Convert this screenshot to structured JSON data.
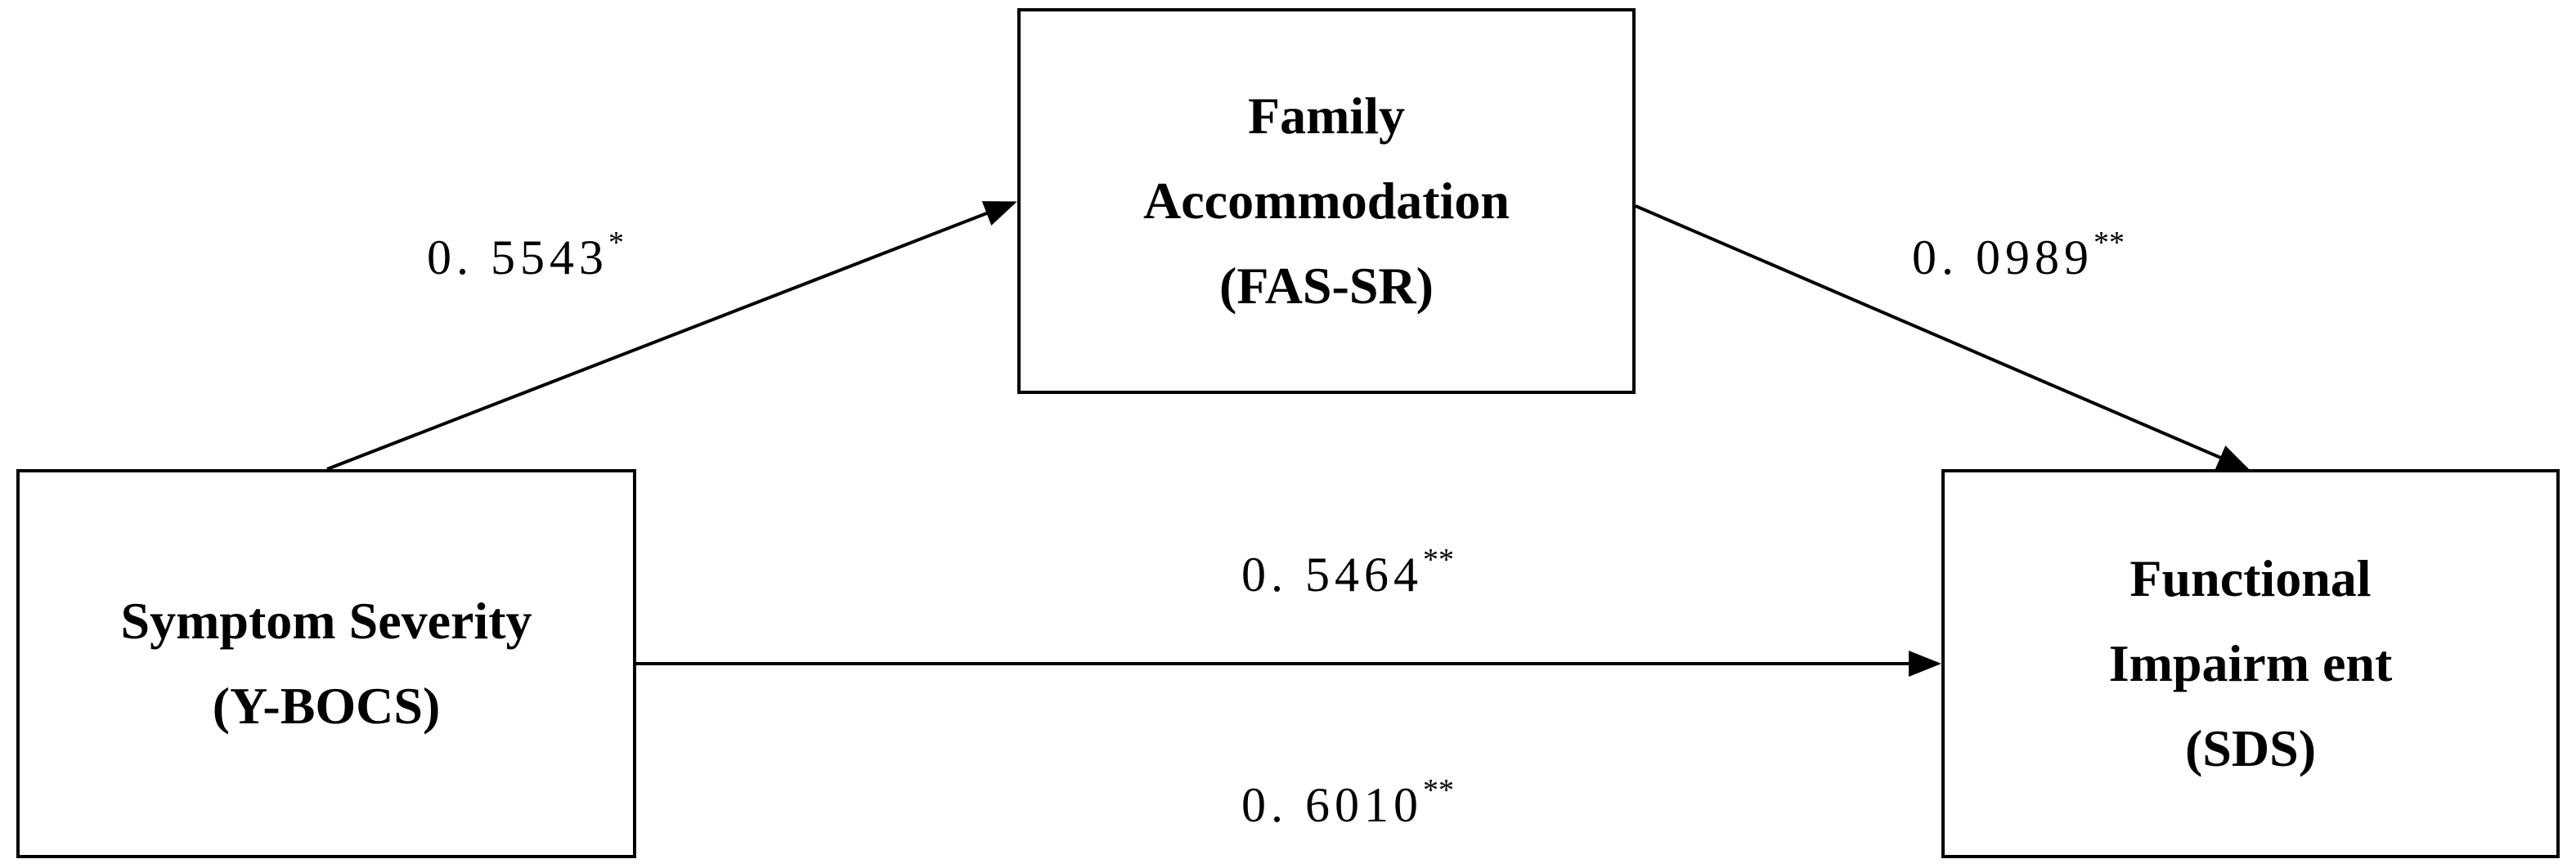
{
  "nodes": {
    "mediator": {
      "lines": [
        "Family",
        "Accommodation",
        "(FAS-SR)"
      ]
    },
    "predictor": {
      "lines": [
        "Symptom Severity",
        "(Y-BOCS)"
      ]
    },
    "outcome": {
      "lines": [
        "Functional",
        "Impairm ent",
        "(SDS)"
      ]
    }
  },
  "paths": {
    "a": {
      "value": "0. 5543",
      "sig": "*"
    },
    "b": {
      "value": "0. 0989",
      "sig": "**"
    },
    "c_prime": {
      "value": "0. 5464",
      "sig": "**"
    },
    "c": {
      "value": "0. 6010",
      "sig": "**"
    }
  }
}
